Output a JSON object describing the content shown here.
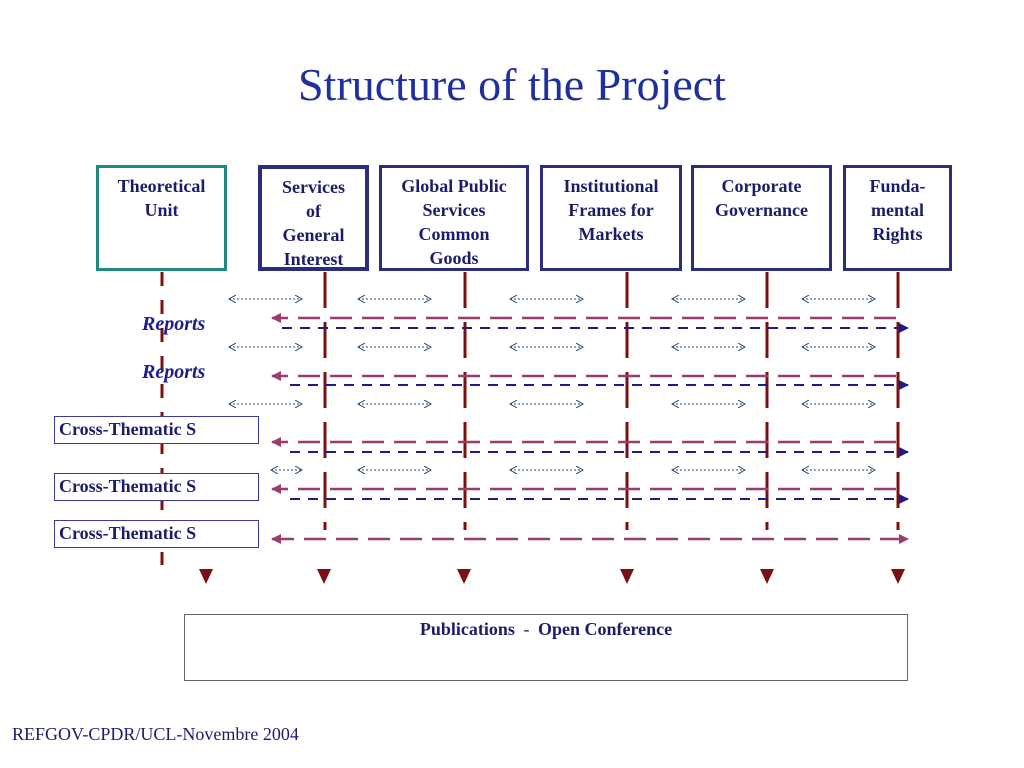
{
  "title": "Structure of the Project",
  "units": [
    {
      "id": "theoretical",
      "lines": [
        "Theoretical",
        "Unit"
      ]
    },
    {
      "id": "services",
      "lines": [
        "Services",
        "of",
        "General",
        "Interest"
      ]
    },
    {
      "id": "global",
      "lines": [
        "Global Public",
        "Services",
        "Common",
        "Goods"
      ]
    },
    {
      "id": "institutional",
      "lines": [
        "Institutional",
        "Frames for",
        "Markets"
      ]
    },
    {
      "id": "corporate",
      "lines": [
        "Corporate",
        "Governance"
      ]
    },
    {
      "id": "rights",
      "lines": [
        "Funda-",
        "mental",
        "Rights"
      ]
    }
  ],
  "reports": [
    "Reports",
    "Reports"
  ],
  "cross_thematic": [
    "Cross-Thematic S",
    "Cross-Thematic S",
    "Cross-Thematic S"
  ],
  "publications": {
    "left": "Publications",
    "separator": "-",
    "right": "Open Conference"
  },
  "footer": "REFGOV-CPDR/UCL-Novembre 2004",
  "colors": {
    "title": "#1f2f9e",
    "box_border": "#2c2c7e",
    "theoretical_border": "#1f8a7d",
    "feedback_arrow": "#9b3b6e",
    "forward_arrow": "#1c1c8a",
    "vertical_line": "#7a1010",
    "exchange_arrow": "#2a4a6a"
  }
}
